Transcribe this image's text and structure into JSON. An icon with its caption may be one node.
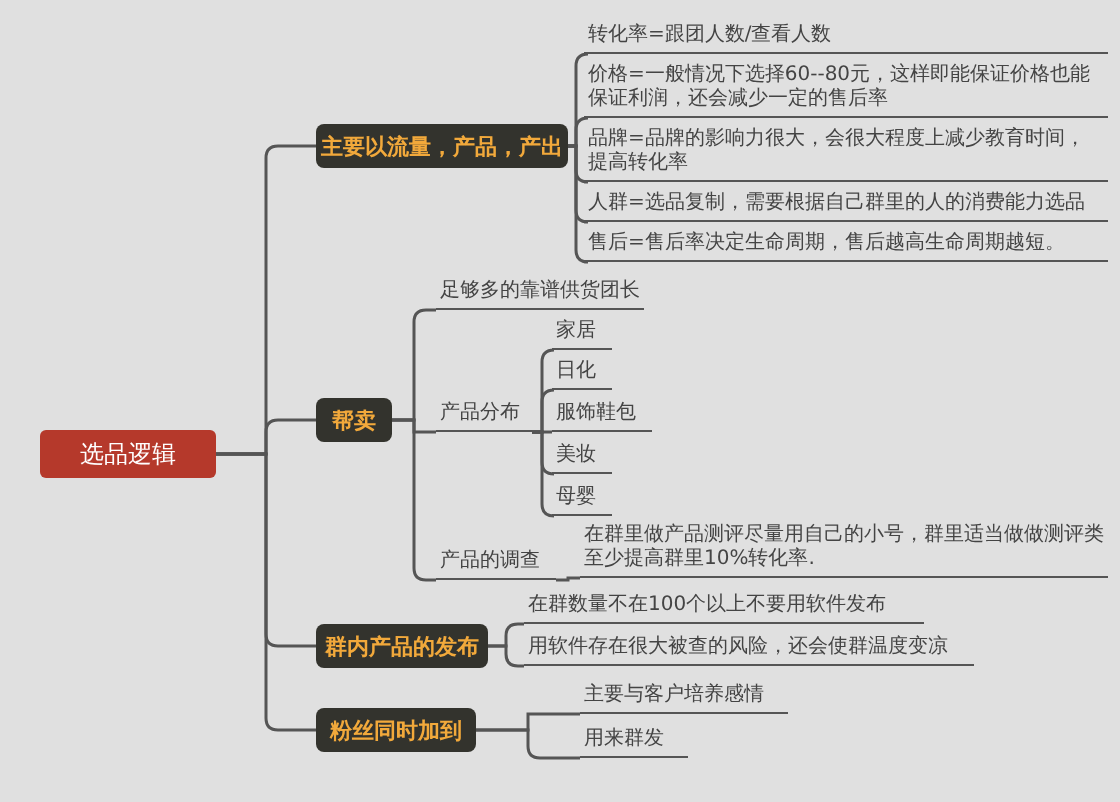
{
  "diagram": {
    "nodes": [
      {
        "text": [
          "选品逻辑"
        ]
      },
      {
        "text": [
          "主要以流量，产品，产出"
        ]
      },
      {
        "text": [
          "转化率=跟团人数/查看人数"
        ]
      },
      {
        "text": [
          "价格=一般情况下选择60--80元，这样即能保证价格也能保证利润，还会减少一定的售后率"
        ]
      },
      {
        "text": [
          "品牌=品牌的影响力很大，会很大程度上减少教育时间，提高转化率"
        ]
      },
      {
        "text": [
          "人群=选品复制，需要根据自己群里的人的消费能力选品"
        ]
      },
      {
        "text": [
          "售后=售后率决定生命周期，售后越高生命周期越短。"
        ]
      },
      {
        "text": [
          "帮卖"
        ]
      },
      {
        "text": [
          "足够多的靠谱供货团长"
        ]
      },
      {
        "text": [
          "产品分布"
        ]
      },
      {
        "text": [
          "家居"
        ]
      },
      {
        "text": [
          "日化"
        ]
      },
      {
        "text": [
          "服饰鞋包"
        ]
      },
      {
        "text": [
          "美妆"
        ]
      },
      {
        "text": [
          "母婴"
        ]
      },
      {
        "text": [
          "产品的调查"
        ]
      },
      {
        "text": [
          "在群里做产品测评尽量用自己的小号，群里适当做做测评类至少提高群里10%转化率."
        ]
      },
      {
        "text": [
          "群内产品的发布"
        ]
      },
      {
        "text": [
          "在群数量不在100个以上不要用软件发布"
        ]
      },
      {
        "text": [
          "用软件存在很大被查的风险，还会使群温度变凉"
        ]
      },
      {
        "text": [
          "粉丝同时加到"
        ]
      },
      {
        "text": [
          "主要与客户培养感情"
        ]
      },
      {
        "text": [
          "用来群发"
        ]
      }
    ],
    "edges": [
      {
        "from": 0,
        "to": 1,
        "arrow": "none"
      },
      {
        "from": 0,
        "to": 7,
        "arrow": "none"
      },
      {
        "from": 0,
        "to": 17,
        "arrow": "none"
      },
      {
        "from": 0,
        "to": 20,
        "arrow": "none"
      },
      {
        "from": 1,
        "to": 2,
        "arrow": "none"
      },
      {
        "from": 1,
        "to": 3,
        "arrow": "none"
      },
      {
        "from": 1,
        "to": 4,
        "arrow": "none"
      },
      {
        "from": 1,
        "to": 5,
        "arrow": "none"
      },
      {
        "from": 1,
        "to": 6,
        "arrow": "none"
      },
      {
        "from": 7,
        "to": 8,
        "arrow": "none"
      },
      {
        "from": 7,
        "to": 9,
        "arrow": "none"
      },
      {
        "from": 7,
        "to": 15,
        "arrow": "none"
      },
      {
        "from": 9,
        "to": 10,
        "arrow": "none"
      },
      {
        "from": 9,
        "to": 11,
        "arrow": "none"
      },
      {
        "from": 9,
        "to": 12,
        "arrow": "none"
      },
      {
        "from": 9,
        "to": 13,
        "arrow": "none"
      },
      {
        "from": 9,
        "to": 14,
        "arrow": "none"
      },
      {
        "from": 15,
        "to": 16,
        "arrow": "none"
      },
      {
        "from": 17,
        "to": 18,
        "arrow": "none"
      },
      {
        "from": 17,
        "to": 19,
        "arrow": "none"
      },
      {
        "from": 20,
        "to": 21,
        "arrow": "none"
      },
      {
        "from": 20,
        "to": 22,
        "arrow": "none"
      }
    ]
  }
}
